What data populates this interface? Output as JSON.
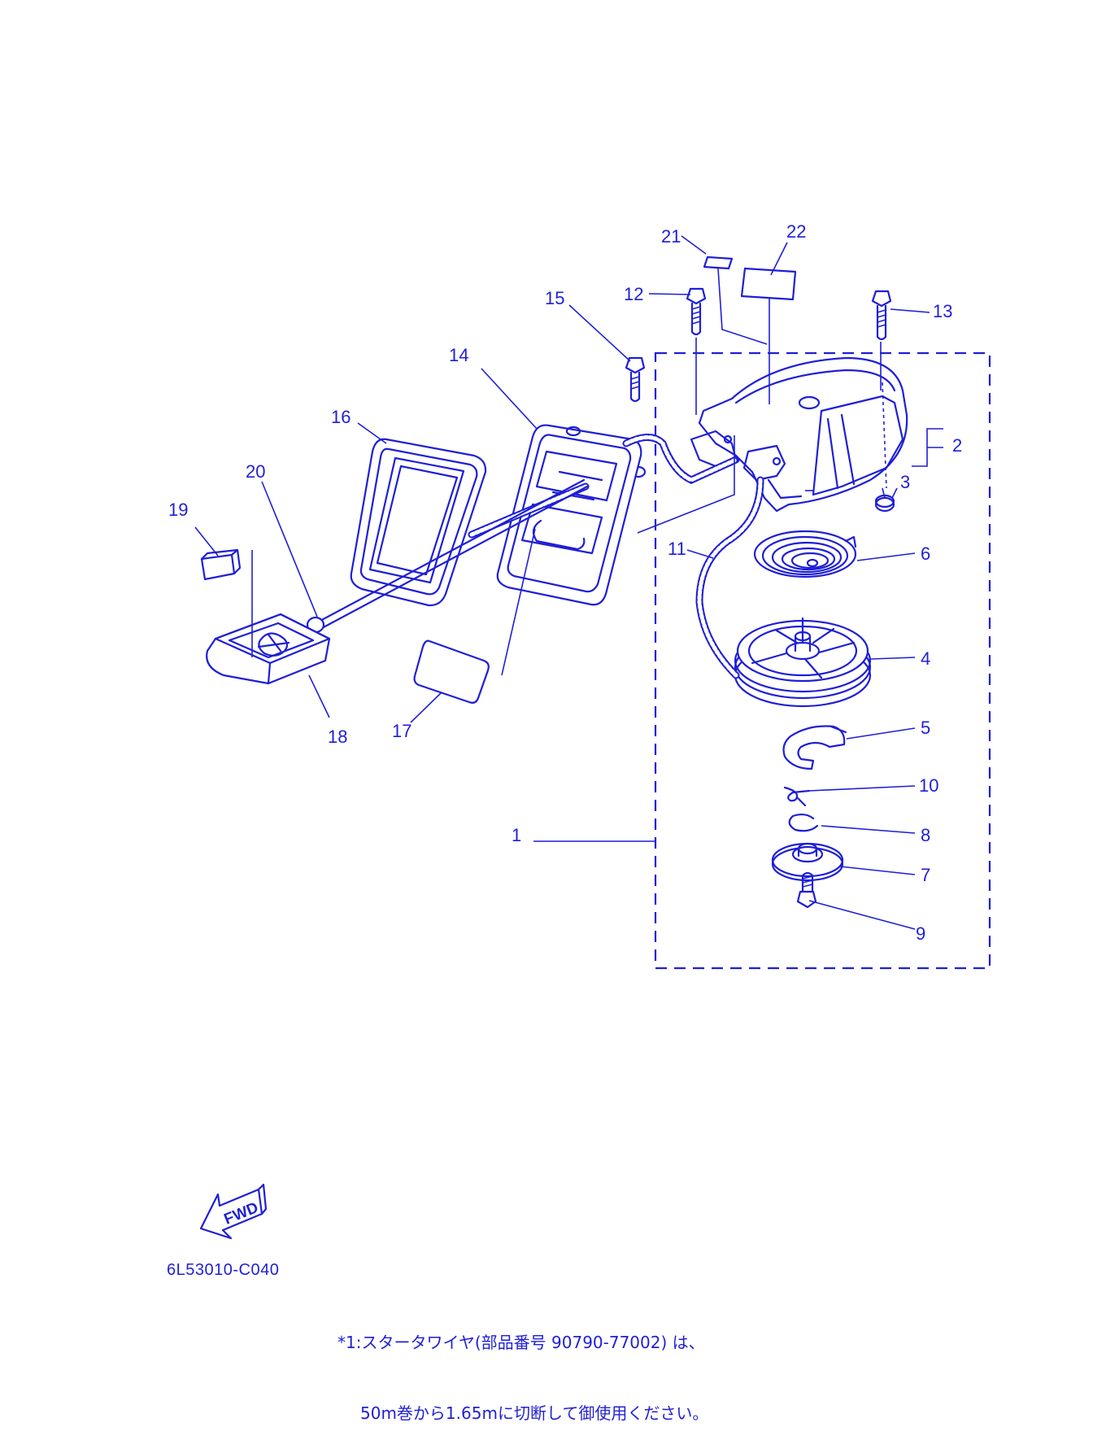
{
  "diagram": {
    "callouts": [
      "1",
      "2",
      "3",
      "4",
      "5",
      "6",
      "7",
      "8",
      "9",
      "10",
      "11",
      "12",
      "13",
      "14",
      "15",
      "16",
      "17",
      "18",
      "19",
      "20",
      "21",
      "22"
    ],
    "fwd_label": "FWD",
    "drawing_code": "6L53010-C040",
    "note_line1": "*1:スタータワイヤ(部品番号 90790-77002) は、",
    "note_line2": "50m巻から1.65mに切断して御使用ください。"
  },
  "colors": {
    "ink": "#1f1fd6",
    "background": "#ffffff"
  }
}
